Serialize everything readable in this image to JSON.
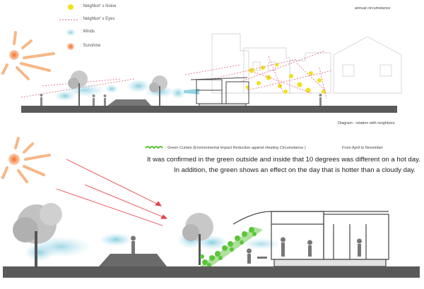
{
  "legend": {
    "noise": ": Neighbor' s Noise",
    "eyes": ": Neighbor' s Eyes",
    "winds": ": Winds",
    "sunshine": ": Sunshine"
  },
  "top": {
    "corner_label": "annual circumstance",
    "caption": "Diagram : relation with neighbors."
  },
  "bottom": {
    "green_curtain": ": Green Curtain (Environmental Impact Reduction against Heating Circumstance )",
    "period": "From April to November",
    "line1": "It was confirmed in the green outside and inside that 10 degrees was different on a hot day.",
    "line2": "In addition, the green shows an effect on the day that is hotter than a cloudy day."
  },
  "colors": {
    "noise": "#f2e21a",
    "eyes": "#e0607a",
    "winds": "#9fd8e6",
    "sunshine": "#f08030",
    "green": "#5cc43a",
    "ground": "#5a5a5a"
  }
}
